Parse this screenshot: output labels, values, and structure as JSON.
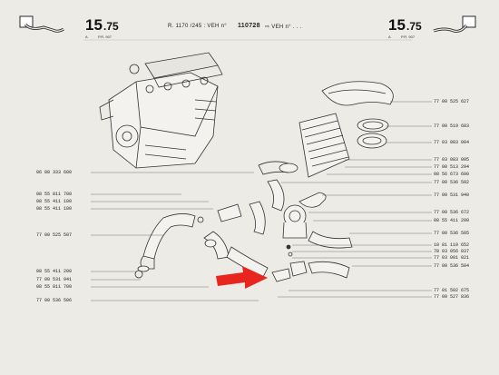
{
  "header": {
    "page_left": "15",
    "page_left_sub": ".75",
    "page_left_small_a": "A",
    "page_left_small_b": "P.R. 907",
    "page_right": "15",
    "page_right_sub": ".75",
    "page_right_small_a": "A",
    "page_right_small_b": "P.R. 907",
    "model_line_a": "R. 1170 /245 : VEH n°",
    "model_line_b": "110728",
    "model_line_c": "⇨ VEH n° . . ."
  },
  "left_parts": [
    "06 08 333 600",
    "08 55 811 700",
    "08 55 411 100",
    "08 55 411 100",
    "77 00 525 507",
    "08 55 411 200",
    "77 00 531 941",
    "08 55 811 700",
    "77 00 536 506"
  ],
  "right_parts": [
    "77 00 525 627",
    "77 00 519 683",
    "77 03 083 004",
    "77 03 083 005",
    "77 00 513 294",
    "08 56 673 600",
    "77 00 536 502",
    "77 00 531 940",
    "77 00 536 672",
    "08 55 411 200",
    "77 00 536 505",
    "10 81 110 652",
    "78 03 056 037",
    "77 03 001 021",
    "77 00 536 504",
    "77 01 502 675",
    "77 00 527 836"
  ],
  "colors": {
    "arrow": "#e8261f",
    "ink": "#2a2a2a",
    "paper": "#ecebe6"
  }
}
